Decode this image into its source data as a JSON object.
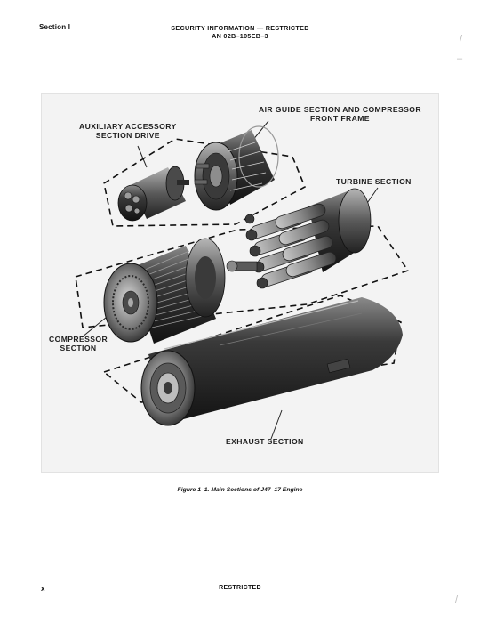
{
  "header": {
    "section": "Section I",
    "security_line": "SECURITY INFORMATION — RESTRICTED",
    "document_id": "AN 02B–105EB–3"
  },
  "figure": {
    "labels": {
      "air_guide_line1": "AIR GUIDE SECTION AND COMPRESSOR",
      "air_guide_line2": "FRONT FRAME",
      "auxiliary_line1": "AUXILIARY ACCESSORY",
      "auxiliary_line2": "SECTION DRIVE",
      "turbine": "TURBINE SECTION",
      "compressor_line1": "COMPRESSOR",
      "compressor_line2": "SECTION",
      "exhaust": "EXHAUST SECTION"
    },
    "caption": "Figure 1–1.  Main Sections of J47–17 Engine"
  },
  "footer": {
    "page_number": "x",
    "classification": "RESTRICTED"
  }
}
